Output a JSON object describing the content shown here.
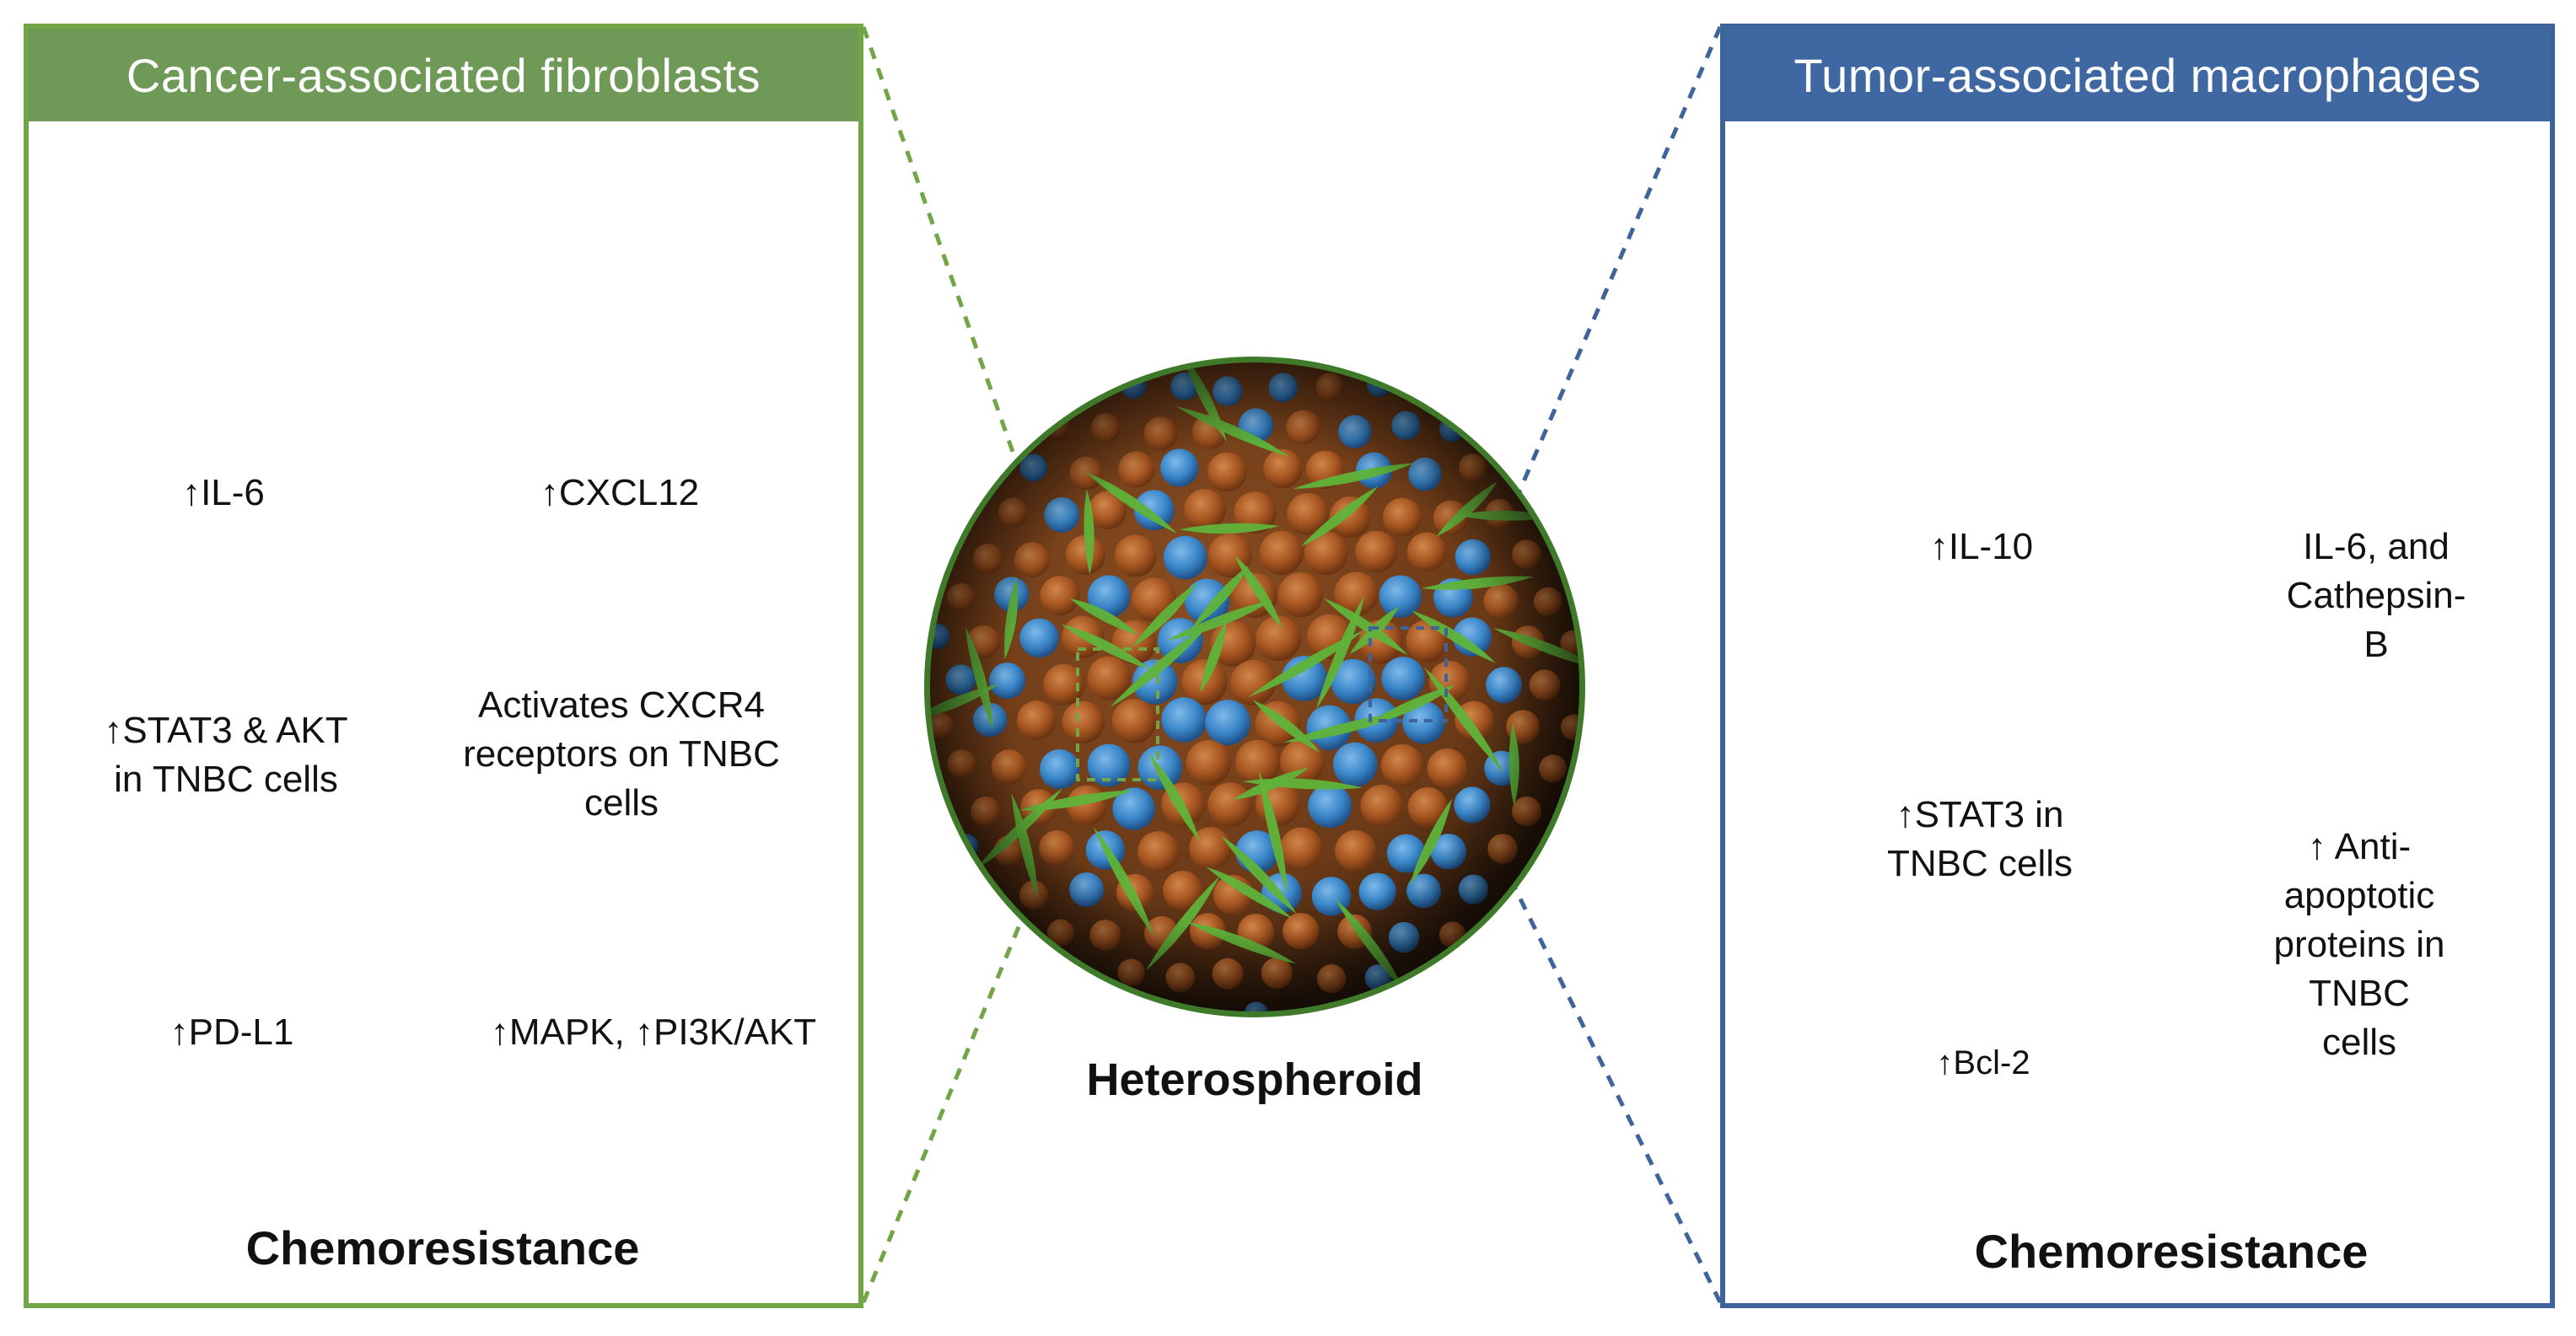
{
  "caf": {
    "title": "Cancer-associated fibroblasts",
    "il6": "↑IL-6",
    "cxcl12": "↑CXCL12",
    "stat3_akt": "↑STAT3 & AKT\nin TNBC cells",
    "cxcr4": "Activates CXCR4\nreceptors on TNBC\ncells",
    "pdl1": "↑PD-L1",
    "mapk": "↑MAPK,  ↑PI3K/AKT",
    "outcome": "Chemoresistance"
  },
  "tam": {
    "title": "Tumor-associated macrophages",
    "il10": "↑IL-10",
    "il6_cathepsin": "IL-6,  and\nCathepsin-B",
    "stat3": "↑STAT3 in\nTNBC cells",
    "antiapoptotic": "↑ Anti-apoptotic\nproteins in TNBC\ncells",
    "bcl2": "↑Bcl-2",
    "outcome": "Chemoresistance"
  },
  "center": {
    "caption": "Heterospheroid"
  },
  "colors": {
    "caf_border": "#72a546",
    "caf_header": "#6f9957",
    "tam_border": "#3f649c",
    "tam_header": "#3f68a2",
    "fibroblast": "#5aad36",
    "tumor_cell_orange": "#a8561f",
    "tumor_cell_blue": "#3a86c8",
    "macrophage": "#9bb8e0"
  }
}
